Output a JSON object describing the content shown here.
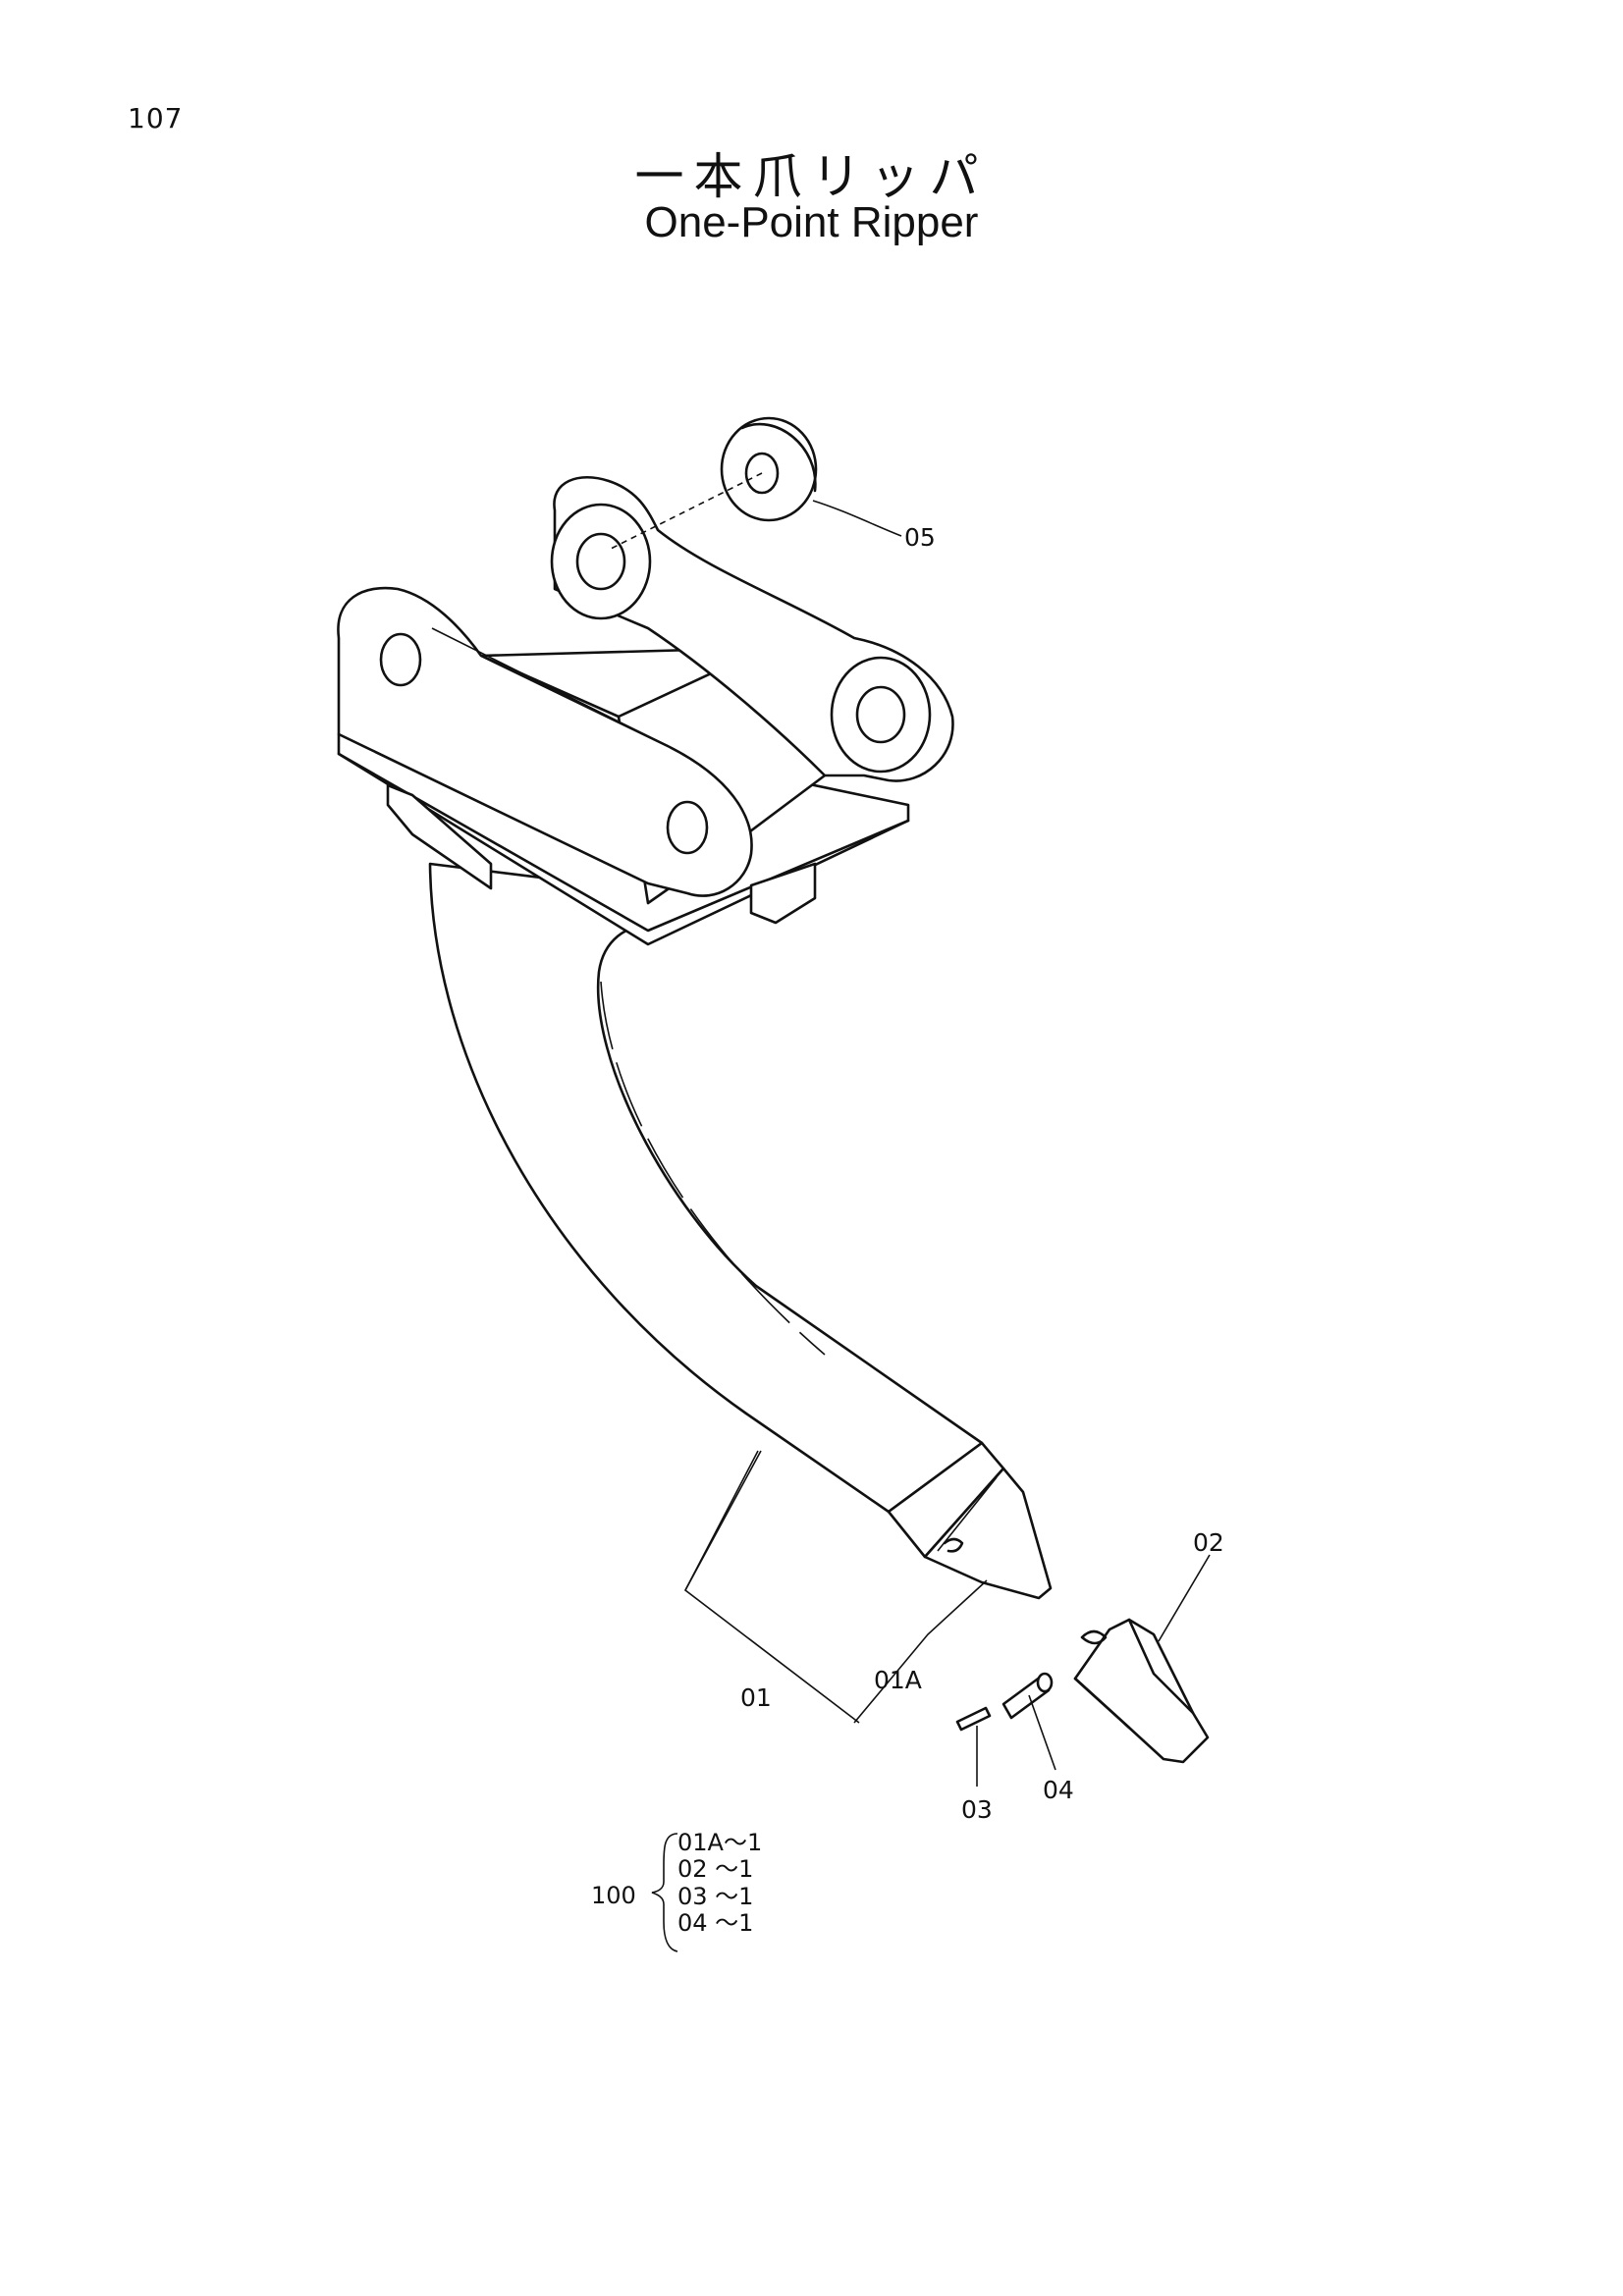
{
  "page_number": "107",
  "title_jp": "一本爪リッパ",
  "title_en": "One-Point Ripper",
  "callouts": {
    "c05": "05",
    "c02": "02",
    "c01": "01",
    "c01a": "01A",
    "c03": "03",
    "c04": "04"
  },
  "kit": {
    "number": "100",
    "items": [
      "01A～1",
      "02 ～1",
      "03 ～1",
      "04 ～1"
    ]
  }
}
